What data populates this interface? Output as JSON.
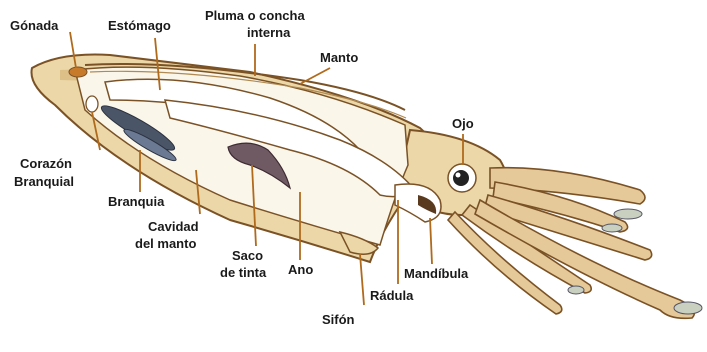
{
  "diagram": {
    "subject": "squid-anatomy",
    "labels": {
      "gonada": "Gónada",
      "estomago": "Estómago",
      "pluma_line1": "Pluma o concha",
      "pluma_line2": "interna",
      "manto": "Manto",
      "ojo": "Ojo",
      "corazon_line1": "Corazón",
      "corazon_line2": "Branquial",
      "branquia": "Branquia",
      "cavidad_line1": "Cavidad",
      "cavidad_line2": "del manto",
      "saco_line1": "Saco",
      "saco_line2": "de tinta",
      "ano": "Ano",
      "mandibula": "Mandíbula",
      "radula": "Rádula",
      "sifon": "Sifón"
    },
    "colors": {
      "body": "#ecd7a8",
      "body_outline": "#7a5226",
      "inner_organs": "#ffffff",
      "gills": "#4a5568",
      "ink_sac": "#6f5a63",
      "leader_lines": "#b06a1c",
      "label_text": "#1a1a1a"
    }
  }
}
